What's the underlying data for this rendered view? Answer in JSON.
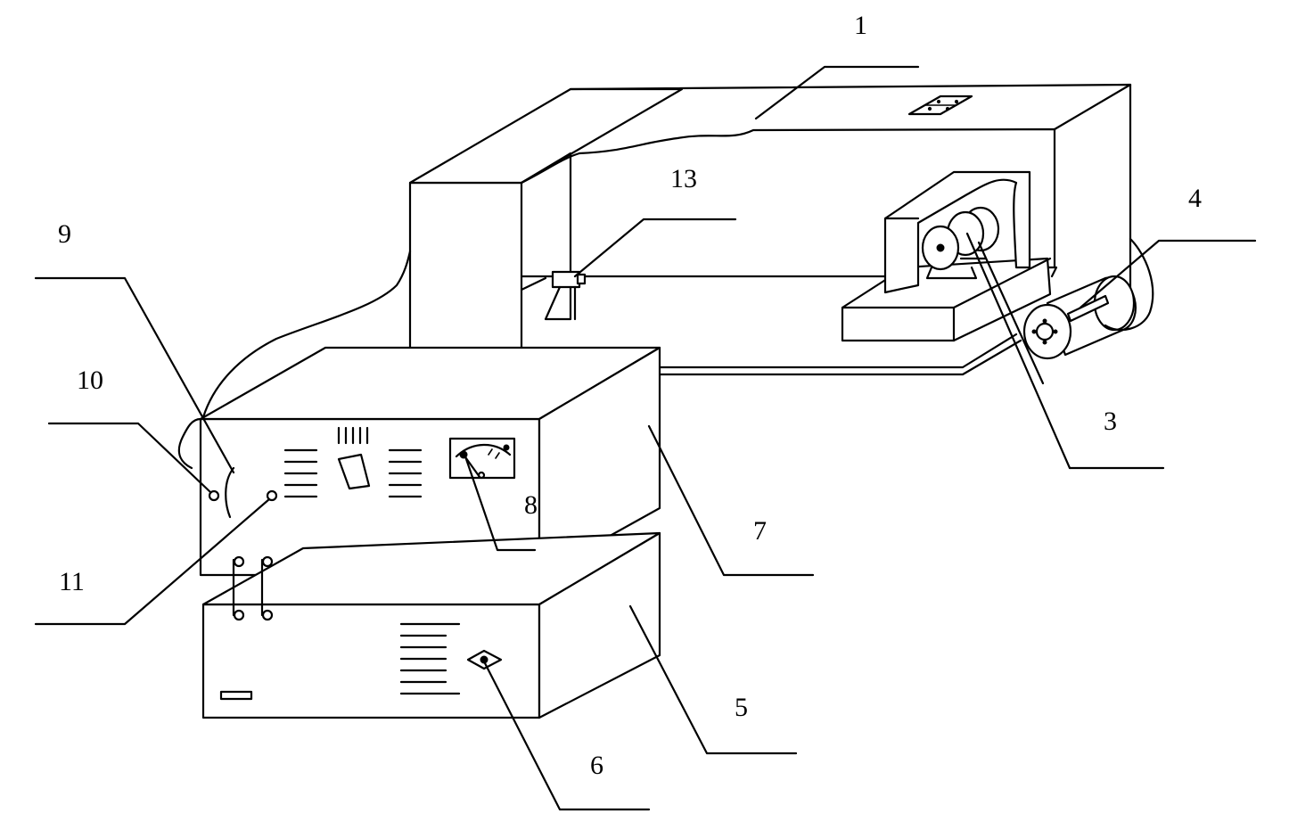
{
  "labels": {
    "l1": "1",
    "l3": "3",
    "l4": "4",
    "l5": "5",
    "l6": "6",
    "l7": "7",
    "l8": "8",
    "l9": "9",
    "l10": "10",
    "l11": "11",
    "l13": "13"
  }
}
